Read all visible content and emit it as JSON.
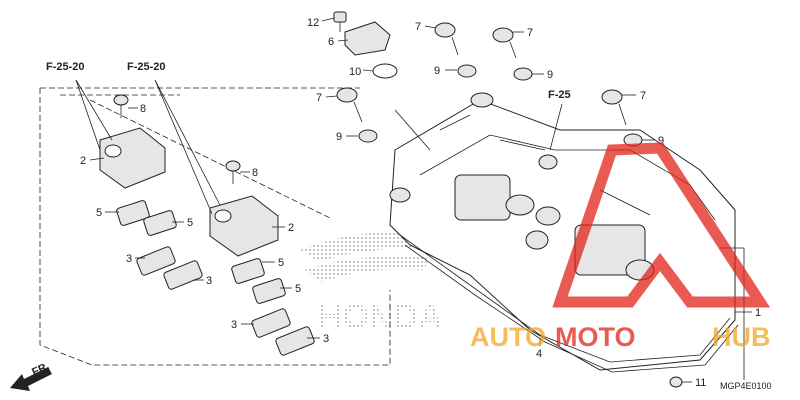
{
  "diagram": {
    "part_labels": [
      {
        "id": "p12",
        "text": "12"
      },
      {
        "id": "p6",
        "text": "6"
      },
      {
        "id": "p10",
        "text": "10"
      },
      {
        "id": "p7a",
        "text": "7"
      },
      {
        "id": "p7b",
        "text": "7"
      },
      {
        "id": "p9a",
        "text": "9"
      },
      {
        "id": "p9b",
        "text": "9"
      },
      {
        "id": "p7c",
        "text": "7"
      },
      {
        "id": "p9c",
        "text": "9"
      },
      {
        "id": "p7d",
        "text": "7"
      },
      {
        "id": "p9d",
        "text": "9"
      },
      {
        "id": "p8a",
        "text": "8"
      },
      {
        "id": "p2a",
        "text": "2"
      },
      {
        "id": "p8b",
        "text": "8"
      },
      {
        "id": "p2b",
        "text": "2"
      },
      {
        "id": "p5a",
        "text": "5"
      },
      {
        "id": "p5b",
        "text": "5"
      },
      {
        "id": "p3a",
        "text": "3"
      },
      {
        "id": "p3b",
        "text": "3"
      },
      {
        "id": "p5c",
        "text": "5"
      },
      {
        "id": "p5d",
        "text": "5"
      },
      {
        "id": "p3c",
        "text": "3"
      },
      {
        "id": "p3d",
        "text": "3"
      },
      {
        "id": "p1",
        "text": "1"
      },
      {
        "id": "p4",
        "text": "4"
      },
      {
        "id": "p11",
        "text": "11"
      }
    ],
    "references": {
      "f25_20_left": "F-25-20",
      "f25_20_right": "F-25-20",
      "f25": "F-25"
    },
    "front_marker": "FR.",
    "diagram_code": "MGP4E0100",
    "honda_mark": "HONDA"
  },
  "watermark": {
    "text_a": "AUTO",
    "text_b": "MOTO",
    "text_c": "HUB",
    "color_primary": "#f5a623",
    "color_secondary": "#e2231a"
  }
}
